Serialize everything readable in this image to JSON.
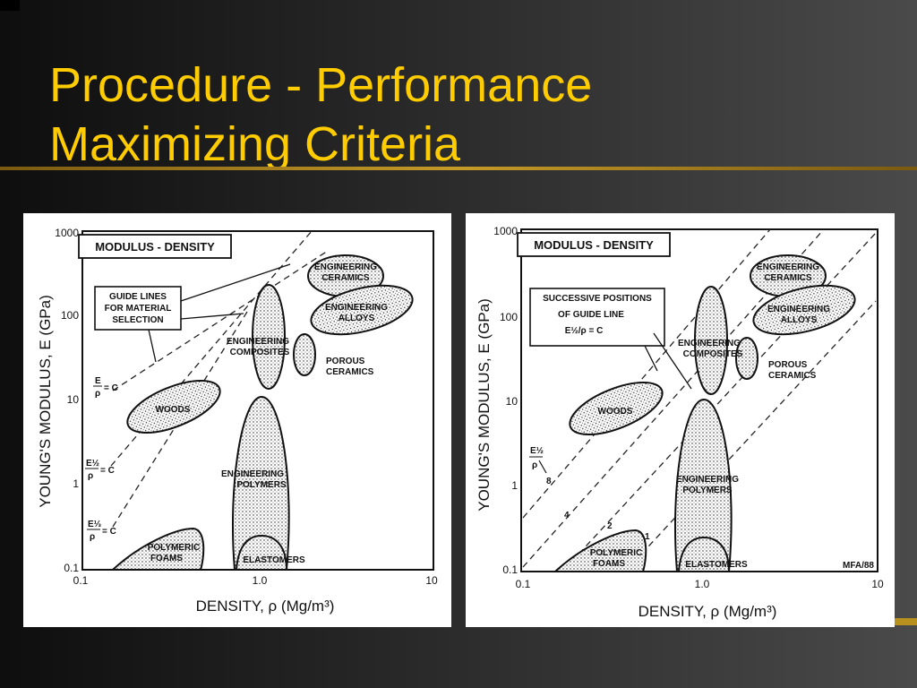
{
  "slide": {
    "title_line1": "Procedure - Performance",
    "title_line2": "Maximizing Criteria"
  },
  "left_chart": {
    "box_label": "MODULUS - DENSITY",
    "guide_box": [
      "GUIDE LINES",
      "FOR MATERIAL",
      "SELECTION"
    ],
    "guides": {
      "e_rho": {
        "num": "E",
        "den": "ρ",
        "rhs": "= C"
      },
      "e_half": {
        "num": "E½",
        "den": "ρ",
        "rhs": "= C"
      },
      "e_third": {
        "num": "E⅓",
        "den": "ρ",
        "rhs": "= C"
      }
    },
    "y_ticks": [
      "1000",
      "100",
      "10",
      "1",
      "0.1"
    ],
    "x_ticks": [
      "0.1",
      "1.0",
      "10"
    ],
    "y_label": "YOUNG'S MODULUS, E (GPa)",
    "x_label": "DENSITY, ρ (Mg/m³)",
    "regions": {
      "eng_ceramics": [
        "ENGINEERING",
        "CERAMICS"
      ],
      "eng_alloys": [
        "ENGINEERING",
        "ALLOYS"
      ],
      "eng_composites": [
        "ENGINEERING",
        "COMPOSITES"
      ],
      "porous_ceramics": [
        "POROUS",
        "CERAMICS"
      ],
      "woods": "WOODS",
      "eng_polymers": [
        "ENGINEERING",
        "POLYMERS"
      ],
      "polymeric_foams": [
        "POLYMERIC",
        "FOAMS"
      ],
      "elastomers": "ELASTOMERS"
    }
  },
  "right_chart": {
    "box_label": "MODULUS - DENSITY",
    "successive_box": [
      "SUCCESSIVE POSITIONS",
      "OF GUIDE LINE"
    ],
    "successive_eq": "E½/ρ = C",
    "side_eq": {
      "num": "E½",
      "den": "ρ"
    },
    "line_numbers": [
      "8",
      "4",
      "2",
      "1"
    ],
    "credit": "MFA/88",
    "y_ticks": [
      "1000",
      "100",
      "10",
      "1",
      "0.1"
    ],
    "x_ticks": [
      "0.1",
      "1.0",
      "10"
    ],
    "y_label": "YOUNG'S MODULUS, E (GPa)",
    "x_label": "DENSITY, ρ (Mg/m³)",
    "regions": {
      "eng_ceramics": [
        "ENGINEERING",
        "CERAMICS"
      ],
      "eng_alloys": [
        "ENGINEERING",
        "ALLOYS"
      ],
      "eng_composites": [
        "ENGINEERING",
        "COMPOSITES"
      ],
      "porous_ceramics": [
        "POROUS",
        "CERAMICS"
      ],
      "woods": "WOODS",
      "eng_polymers": [
        "ENGINEERING",
        "POLYMERS"
      ],
      "polymeric_foams": [
        "POLYMERIC",
        "FOAMS"
      ],
      "elastomers": "ELASTOMERS"
    }
  }
}
